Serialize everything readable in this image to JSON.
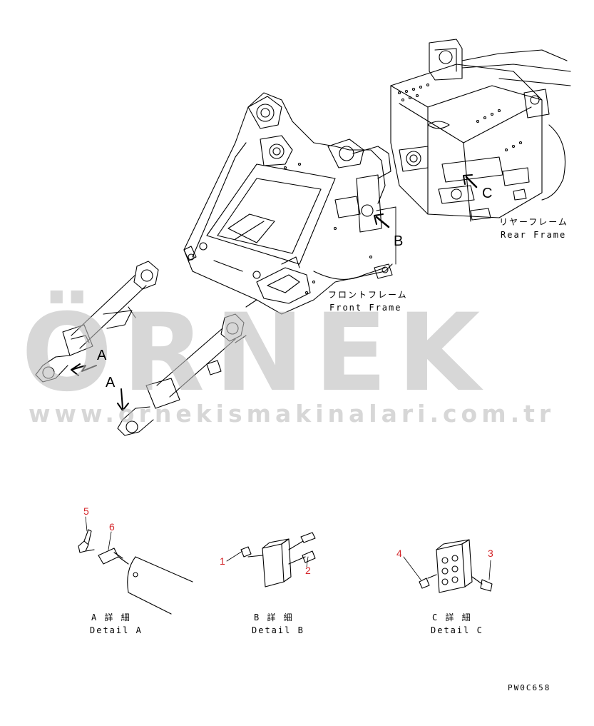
{
  "labels": {
    "rear_frame_jp": "リヤーフレーム",
    "rear_frame_en": "Rear Frame",
    "front_frame_jp": "フロントフレーム",
    "front_frame_en": "Front Frame",
    "detail_a_jp": "A 詳 細",
    "detail_a_en": "Detail A",
    "detail_b_jp": "B 詳 細",
    "detail_b_en": "Detail B",
    "detail_c_jp": "C 詳 細",
    "detail_c_en": "Detail C",
    "drawing_code": "PW0C658"
  },
  "view_markers": {
    "a1": "A",
    "a2": "A",
    "b": "B",
    "c": "C"
  },
  "part_numbers": {
    "p1": "1",
    "p2": "2",
    "p3": "3",
    "p4": "4",
    "p5": "5",
    "p6": "6"
  },
  "watermark": {
    "logo": "ÖRNEK",
    "url": "www.ornekismakinalari.com.tr"
  },
  "colors": {
    "line": "#000000",
    "part_number": "#d4262a",
    "watermark": "#bdbdbd",
    "watermark_accent": "#f2c200"
  }
}
